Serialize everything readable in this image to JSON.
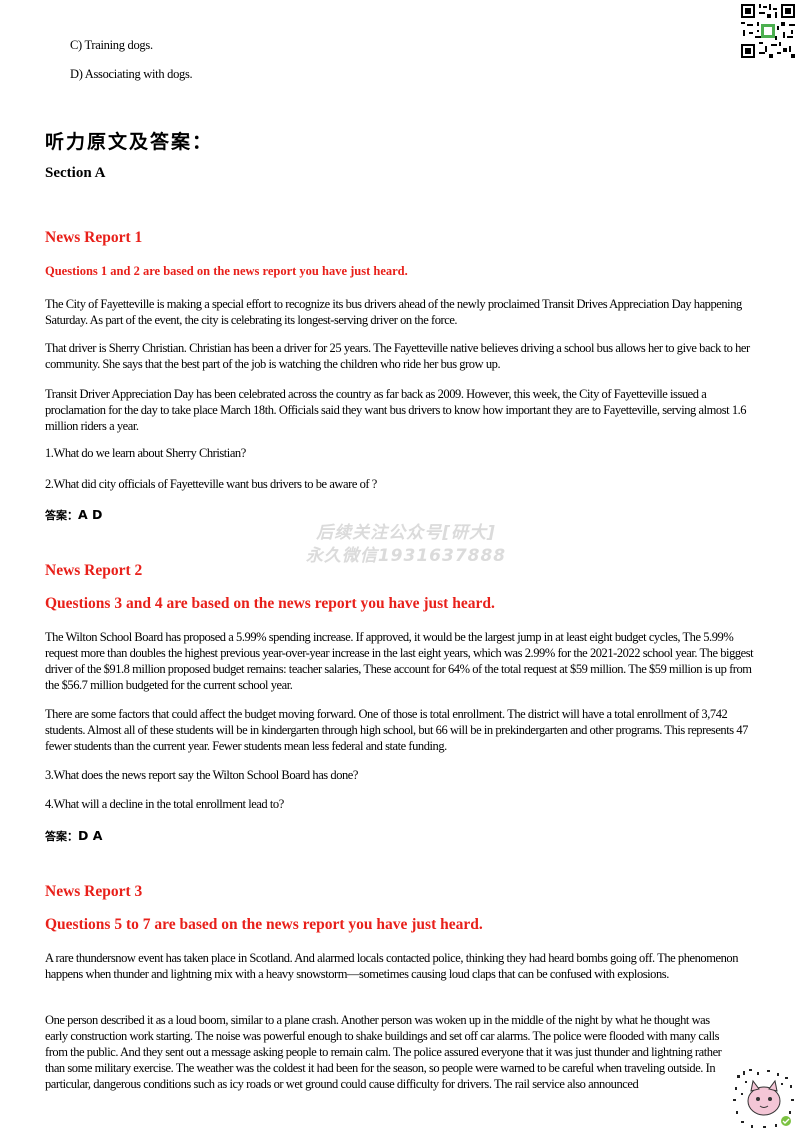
{
  "options": {
    "c": "C) Training dogs.",
    "d": "D) Associating with dogs."
  },
  "heading_cn": "听力原文及答案：",
  "section_title": "Section A",
  "reports": [
    {
      "title": "News Report 1",
      "questions_intro": "Questions 1 and 2 are based on the news report you have just heard.",
      "paragraphs": [
        "The City of Fayetteville is making a special effort to recognize its bus drivers ahead of the newly proclaimed Transit Drives Appreciation Day happening Saturday. As part of the event, the city is celebrating its longest-serving driver on the force.",
        "That driver is Sherry Christian. Christian has been a driver for 25 years. The Fayetteville native believes driving a school bus allows her to give back to her community. She says that the best part of the job is watching the children who ride her bus grow up.",
        "Transit Driver Appreciation Day has been celebrated across the country as far back as 2009. However, this week, the City of Fayetteville issued a proclamation for the day to take place March 18th. Officials said they want bus drivers to know how important they are to Fayetteville, serving almost 1.6 million riders a year."
      ],
      "questions": [
        "1.What do we learn about Sherry Christian?",
        "2.What did city officials of Fayetteville want bus drivers to be aware of ?"
      ],
      "answer_label": "答案：",
      "answer": "A D"
    },
    {
      "title": "News Report 2",
      "questions_intro": "Questions 3 and 4 are based on the news report you have just heard.",
      "paragraphs": [
        "The Wilton School Board has proposed a 5.99% spending increase. If approved, it would be the largest jump in at least eight budget cycles, The 5.99% request more than doubles the highest previous year-over-year increase in the last eight years, which was 2.99% for the 2021-2022 school year. The biggest driver of the $91.8 million proposed budget remains: teacher salaries, These account for 64% of the total request at $59 million. The $59 million is up from the $56.7 million budgeted for the current school year.",
        "There are some factors that could affect the budget moving forward. One of those is total enrollment. The district will have a total enrollment of 3,742 students. Almost all of these students will be in kindergarten through high school, but 66 will be in prekindergarten and other programs. This represents 47 fewer students than the current year. Fewer students mean less federal and state funding."
      ],
      "questions": [
        "3.What does the news report say the Wilton School Board has done?",
        "4.What will a decline in the total enrollment lead to?"
      ],
      "answer_label": "答案：",
      "answer": "D A"
    },
    {
      "title": "News Report 3",
      "questions_intro": "Questions 5 to 7 are based on the news report you have just heard.",
      "paragraphs": [
        "A rare thundersnow event has taken place in Scotland. And alarmed locals contacted police, thinking they had heard bombs going off. The phenomenon happens when thunder and lightning mix with a heavy snowstorm—sometimes causing loud claps that can be confused with explosions.",
        "One person described it as a loud boom, similar to a plane crash. Another person was woken up in the middle of the night by what he thought was early construction work starting. The noise was powerful enough to shake buildings and set off car alarms. The police were flooded with many calls from the public. And they sent out a message asking people to remain calm. The police assured everyone that it was just thunder and lightning rather than some military exercise. The weather was the coldest it had been for the season, so people were warned to be careful when traveling outside. In particular, dangerous conditions such as icy roads or wet ground could cause difficulty for drivers. The rail service also announced"
      ]
    }
  ],
  "watermark": {
    "line1": "后续关注公众号[研大]",
    "line2": "永久微信1931637888"
  },
  "icons": {
    "qr": "qr-code-icon",
    "sticker": "mascot-sticker-icon"
  }
}
